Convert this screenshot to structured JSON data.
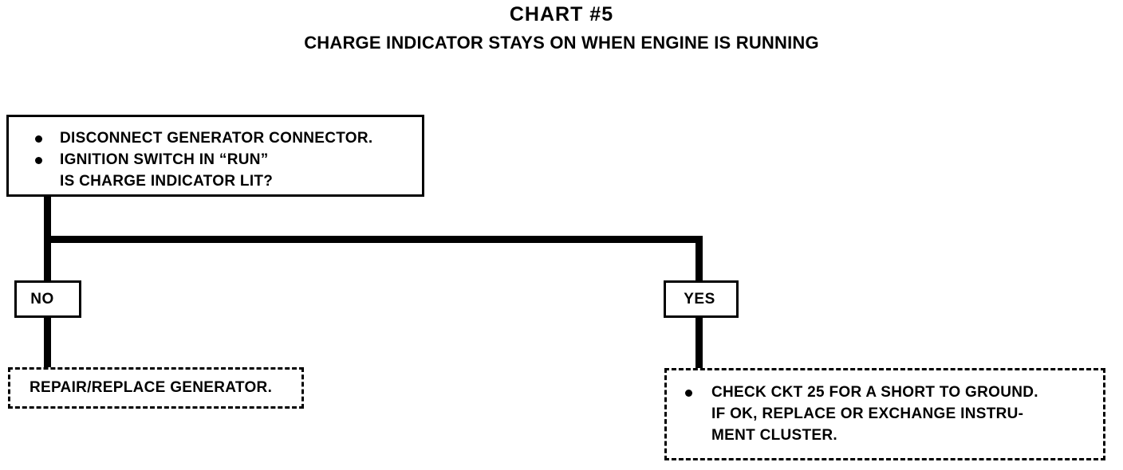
{
  "header": {
    "title": "CHART #5",
    "subtitle": "CHARGE INDICATOR STAYS ON WHEN ENGINE IS RUNNING"
  },
  "diagram": {
    "type": "flowchart",
    "question_box": {
      "bullets": [
        {
          "marker": "bullet-dot",
          "lines": [
            "DISCONNECT GENERATOR CONNECTOR."
          ]
        },
        {
          "marker": "bullet-dot",
          "lines": [
            "IGNITION SWITCH IN “RUN”",
            "IS CHARGE INDICATOR LIT?"
          ]
        }
      ],
      "line_1": "DISCONNECT GENERATOR CONNECTOR.",
      "line_2": "IGNITION SWITCH IN “RUN”",
      "line_3": "IS CHARGE INDICATOR LIT?"
    },
    "branches": [
      {
        "label": "NO",
        "leads_to": "action-box-left"
      },
      {
        "label": "YES",
        "leads_to": "action-box-right"
      }
    ],
    "branch_no_label": "NO",
    "branch_yes_label": "YES",
    "action_left": {
      "style": "dashed",
      "line_1": "REPAIR/REPLACE GENERATOR."
    },
    "action_right": {
      "style": "dashed",
      "line_1": "CHECK CKT 25 FOR A SHORT TO GROUND.",
      "line_2": "IF OK, REPLACE OR EXCHANGE INSTRU-",
      "line_3": "MENT CLUSTER."
    }
  },
  "colors": {
    "ink": "#000000",
    "paper": "#ffffff"
  }
}
